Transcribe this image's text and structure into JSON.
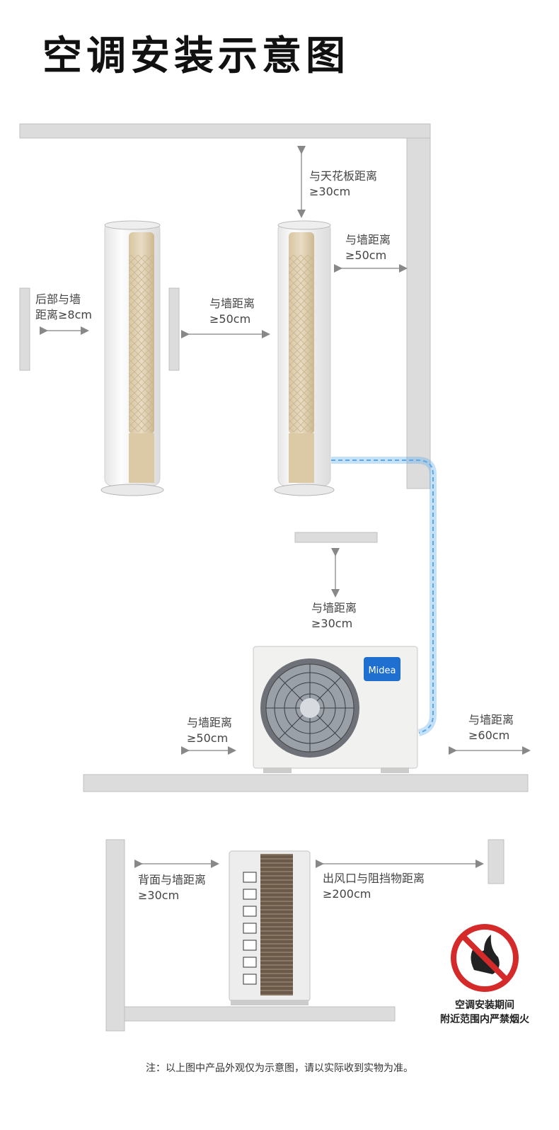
{
  "title": "空调安装示意图",
  "labels": {
    "ceiling": [
      "与天花板距离",
      "≥30cm"
    ],
    "side_wall_top": [
      "与墙距离",
      "≥50cm"
    ],
    "between_units": [
      "与墙距离",
      "≥50cm"
    ],
    "rear_wall": [
      "后部与墙",
      "距离≥8cm"
    ],
    "outdoor_top": [
      "与墙距离",
      "≥30cm"
    ],
    "outdoor_left": [
      "与墙距离",
      "≥50cm"
    ],
    "outdoor_right": [
      "与墙距离",
      "≥60cm"
    ],
    "back_wall": [
      "背面与墙距离",
      "≥30cm"
    ],
    "outlet": [
      "出风口与阻挡物距离",
      "≥200cm"
    ]
  },
  "brand": "Midea",
  "warning": [
    "空调安装期间",
    "附近范围内严禁烟火"
  ],
  "footnote": "注：以上图中产品外观仅为示意图，请以实际收到实物为准。",
  "colors": {
    "pipe": "#5aa8e8",
    "brand": "#1e6fd0",
    "warn": "#d42a2a"
  }
}
